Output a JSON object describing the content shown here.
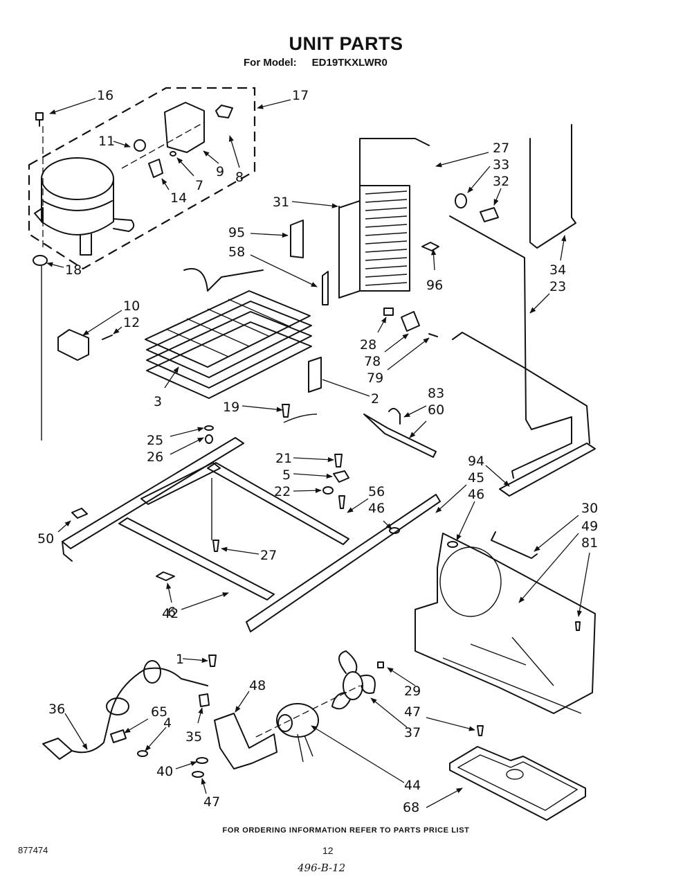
{
  "header": {
    "title": "UNIT PARTS",
    "model_label": "For Model:",
    "model_number": "ED19TKXLWR0"
  },
  "footer": {
    "ordering_note": "FOR ORDERING INFORMATION REFER TO PARTS PRICE LIST",
    "document_number": "877474",
    "page_number": "12",
    "handwritten_note": "496-B-12"
  },
  "callouts": [
    {
      "id": "c16",
      "label": "16"
    },
    {
      "id": "c17",
      "label": "17"
    },
    {
      "id": "c11",
      "label": "11"
    },
    {
      "id": "c8",
      "label": "8"
    },
    {
      "id": "c9",
      "label": "9"
    },
    {
      "id": "c7",
      "label": "7"
    },
    {
      "id": "c14",
      "label": "14"
    },
    {
      "id": "c18",
      "label": "18"
    },
    {
      "id": "c27a",
      "label": "27"
    },
    {
      "id": "c33",
      "label": "33"
    },
    {
      "id": "c32",
      "label": "32"
    },
    {
      "id": "c31",
      "label": "31"
    },
    {
      "id": "c95",
      "label": "95"
    },
    {
      "id": "c58",
      "label": "58"
    },
    {
      "id": "c96",
      "label": "96"
    },
    {
      "id": "c34",
      "label": "34"
    },
    {
      "id": "c23",
      "label": "23"
    },
    {
      "id": "c10",
      "label": "10"
    },
    {
      "id": "c12",
      "label": "12"
    },
    {
      "id": "c28",
      "label": "28"
    },
    {
      "id": "c78",
      "label": "78"
    },
    {
      "id": "c79",
      "label": "79"
    },
    {
      "id": "c2",
      "label": "2"
    },
    {
      "id": "c3",
      "label": "3"
    },
    {
      "id": "c19",
      "label": "19"
    },
    {
      "id": "c83",
      "label": "83"
    },
    {
      "id": "c60",
      "label": "60"
    },
    {
      "id": "c25",
      "label": "25"
    },
    {
      "id": "c26",
      "label": "26"
    },
    {
      "id": "c21",
      "label": "21"
    },
    {
      "id": "c5",
      "label": "5"
    },
    {
      "id": "c22",
      "label": "22"
    },
    {
      "id": "c56",
      "label": "56"
    },
    {
      "id": "c46a",
      "label": "46"
    },
    {
      "id": "c94",
      "label": "94"
    },
    {
      "id": "c45",
      "label": "45"
    },
    {
      "id": "c46b",
      "label": "46"
    },
    {
      "id": "c30",
      "label": "30"
    },
    {
      "id": "c49",
      "label": "49"
    },
    {
      "id": "c81",
      "label": "81"
    },
    {
      "id": "c50",
      "label": "50"
    },
    {
      "id": "c27b",
      "label": "27"
    },
    {
      "id": "c6",
      "label": "6"
    },
    {
      "id": "c42",
      "label": "42"
    },
    {
      "id": "c1",
      "label": "1"
    },
    {
      "id": "c48",
      "label": "48"
    },
    {
      "id": "c29",
      "label": "29"
    },
    {
      "id": "c36",
      "label": "36"
    },
    {
      "id": "c65",
      "label": "65"
    },
    {
      "id": "c4",
      "label": "4"
    },
    {
      "id": "c35",
      "label": "35"
    },
    {
      "id": "c37",
      "label": "37"
    },
    {
      "id": "c47a",
      "label": "47"
    },
    {
      "id": "c40",
      "label": "40"
    },
    {
      "id": "c44",
      "label": "44"
    },
    {
      "id": "c47b",
      "label": "47"
    },
    {
      "id": "c68",
      "label": "68"
    }
  ]
}
